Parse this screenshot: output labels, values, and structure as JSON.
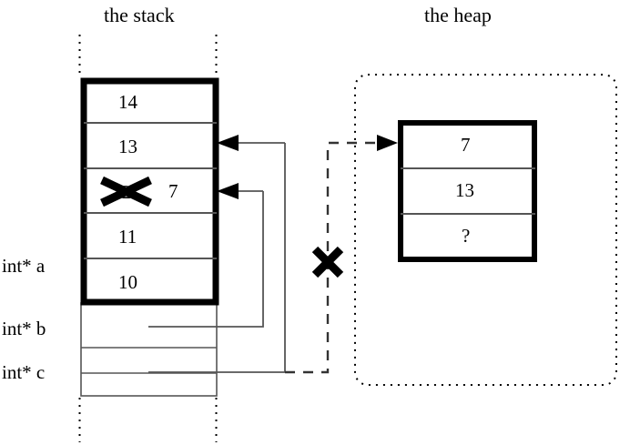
{
  "diagram": {
    "title_stack": "the stack",
    "title_heap": "the heap",
    "stack": {
      "allocated_cells": [
        {
          "value": "14"
        },
        {
          "value": "13"
        },
        {
          "value": "12",
          "struck": true,
          "new_value": "7"
        },
        {
          "value": "11"
        },
        {
          "value": "10"
        }
      ],
      "pointer_cells": [
        {
          "label": "int* a",
          "value": ""
        },
        {
          "label": "int* b",
          "value": ""
        },
        {
          "label": "int* c",
          "value": ""
        }
      ]
    },
    "heap": {
      "cells": [
        {
          "value": "7"
        },
        {
          "value": "13"
        },
        {
          "value": "?"
        }
      ]
    },
    "marks": {
      "strikeout_symbol": "x-cross-mark",
      "invalid_pointer_symbol": "x-cross-mark"
    },
    "colors": {
      "ink": "#000000",
      "thin_line": "#555555",
      "background": "#ffffff"
    }
  }
}
